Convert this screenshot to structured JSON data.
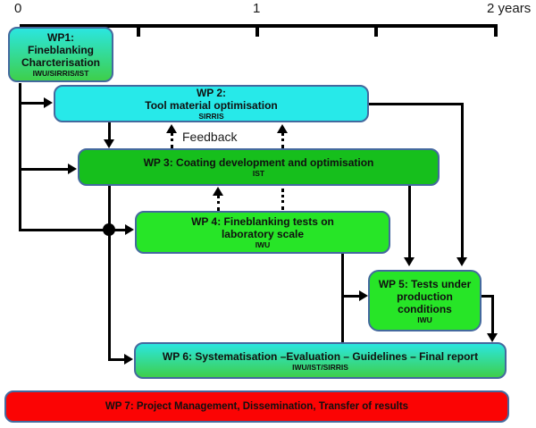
{
  "timeline": {
    "tick_labels": [
      "0",
      "1",
      "2 years"
    ]
  },
  "feedback": {
    "label": "Feedback"
  },
  "work_packages": {
    "wp1": {
      "lines": [
        "WP1:",
        "Fineblanking",
        "Charcterisation"
      ],
      "org": "IWU/SIRRIS/IST",
      "fill": "gradient_cyan_green"
    },
    "wp2": {
      "lines": [
        "WP 2:",
        "Tool material optimisation"
      ],
      "org": "SIRRIS",
      "fill": "cyan"
    },
    "wp3": {
      "lines": [
        "WP 3: Coating development and optimisation"
      ],
      "org": "IST",
      "fill": "green_medium"
    },
    "wp4": {
      "lines": [
        "WP 4: Fineblanking tests on",
        "laboratory scale"
      ],
      "org": "IWU",
      "fill": "green_bright"
    },
    "wp5": {
      "lines": [
        "WP 5: Tests under",
        "production",
        "conditions"
      ],
      "org": "IWU",
      "fill": "green_bright"
    },
    "wp6": {
      "lines": [
        "WP 6: Systematisation –Evaluation – Guidelines – Final report"
      ],
      "org": "IWU/IST/SIRRIS",
      "fill": "gradient_cyan_green"
    },
    "wp7": {
      "lines": [
        "WP 7: Project Management, Dissemination, Transfer of results"
      ],
      "org": "",
      "fill": "red"
    }
  },
  "connections": [
    {
      "from": "wp1",
      "to": "wp2",
      "style": "solid"
    },
    {
      "from": "wp1",
      "to": "wp3",
      "style": "solid"
    },
    {
      "from": "wp1",
      "to": "wp4",
      "style": "solid"
    },
    {
      "from": "wp2",
      "to": "wp3",
      "style": "solid"
    },
    {
      "from": "wp3",
      "to": "wp2",
      "style": "dotted-feedback"
    },
    {
      "from": "wp4",
      "to": "wp3",
      "style": "dotted-feedback"
    },
    {
      "from": "wp2",
      "to": "wp5",
      "style": "solid"
    },
    {
      "from": "wp3",
      "to": "wp5",
      "style": "solid"
    },
    {
      "from": "wp4",
      "to": "wp5",
      "style": "solid"
    },
    {
      "from": "wp3",
      "to": "wp6",
      "style": "solid"
    },
    {
      "from": "wp4",
      "to": "wp6",
      "style": "solid"
    },
    {
      "from": "wp5",
      "to": "wp6",
      "style": "solid"
    }
  ],
  "colors": {
    "cyan": "#27E9E9",
    "green_medium": "#16BF1C",
    "green_bright": "#27E527",
    "gradient_top": "#2BE6DF",
    "gradient_bottom": "#3ECF4B",
    "red": "#FB0404",
    "box_border": "#44699E",
    "arrow": "#000000"
  }
}
